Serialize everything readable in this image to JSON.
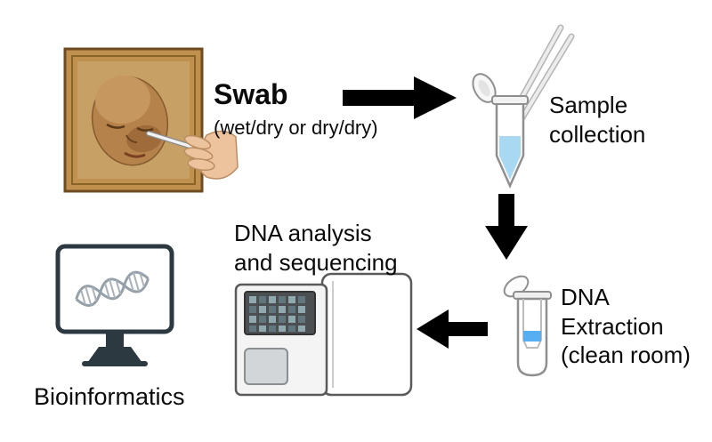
{
  "diagram": {
    "swab": {
      "title": "Swab",
      "subtitle": "(wet/dry or dry/dry)"
    },
    "sample_collection": {
      "label": "Sample\ncollection"
    },
    "dna_extraction": {
      "label": "DNA\nExtraction\n(clean room)"
    },
    "dna_analysis": {
      "label": "DNA analysis\nand sequencing"
    },
    "bioinformatics": {
      "label": "Bioinformatics"
    },
    "icons": {
      "painting": "framed-portrait-with-swab-hand-icon",
      "sample_tube": "collection-tube-with-swabs-icon",
      "extraction_tube": "spin-column-tube-icon",
      "sequencer": "dna-sequencer-machine-icon",
      "monitor": "computer-monitor-dna-icon",
      "arrow_right": "arrow-right-icon",
      "arrow_down": "arrow-down-icon",
      "arrow_left": "arrow-left-icon"
    },
    "colors": {
      "arrow": "#000000",
      "frame_wood": "#c0904f",
      "tube_liquid": "#a9d9f2",
      "column_band": "#57aef0",
      "monitor_bezel": "#2c3940"
    }
  }
}
